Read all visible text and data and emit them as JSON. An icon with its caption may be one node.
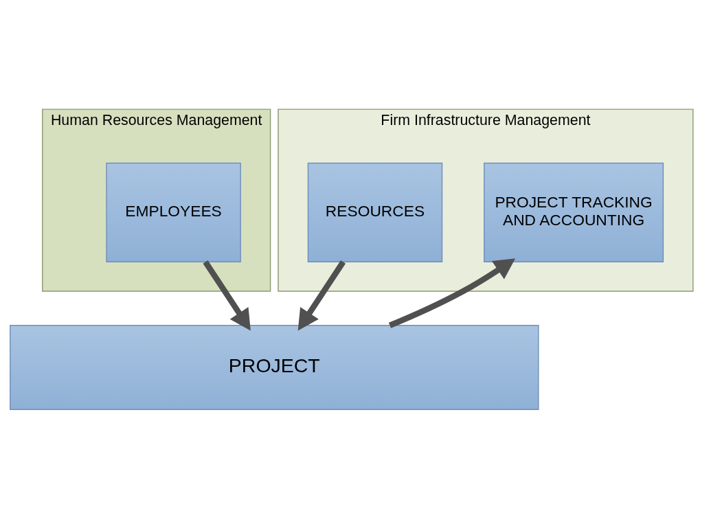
{
  "diagram": {
    "nodes": [
      {
        "text": [
          "Human Resources Management"
        ]
      },
      {
        "text": [
          "EMPLOYEES"
        ],
        "in": 0
      },
      {
        "text": [
          "Firm Infrastructure Management"
        ]
      },
      {
        "text": [
          "RESOURCES"
        ],
        "in": 2
      },
      {
        "text": [
          "PROJECT TRACKING AND ACCOUNTING"
        ],
        "in": 2
      },
      {
        "text": [
          "PROJECT"
        ]
      }
    ],
    "edges": [
      {
        "from": 1,
        "to": 5,
        "arrow": "to"
      },
      {
        "from": 3,
        "to": 5,
        "arrow": "to"
      },
      {
        "from": 5,
        "to": 4,
        "arrow": "to"
      }
    ]
  }
}
